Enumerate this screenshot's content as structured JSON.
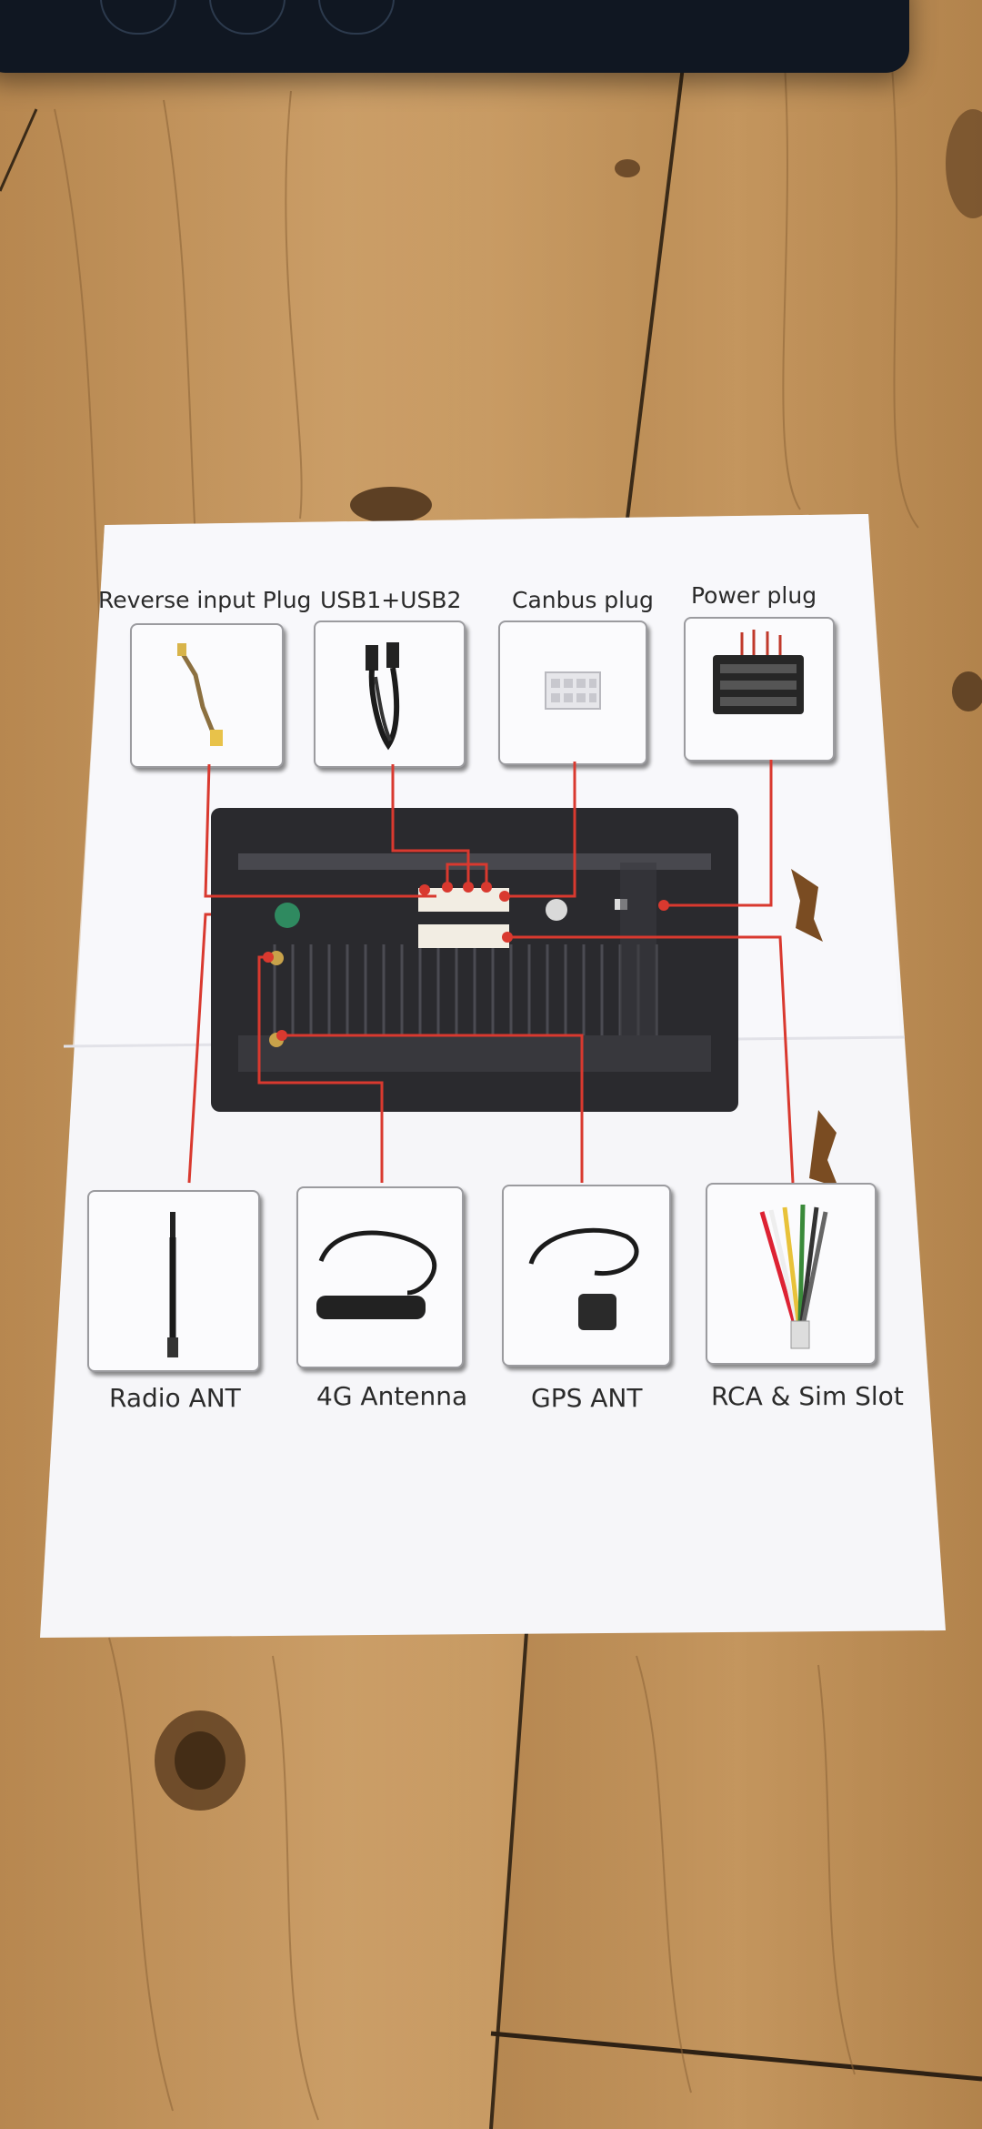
{
  "document": {
    "top_labels": {
      "reverse": "Reverse input Plug",
      "usb": "USB1+USB2",
      "canbus": "Canbus plug",
      "power": "Power plug"
    },
    "bottom_labels": {
      "radio": "Radio ANT",
      "antenna4g": "4G Antenna",
      "gps": "GPS ANT",
      "rca": "RCA & Sim Slot"
    }
  },
  "colors": {
    "wire": "#d9392f",
    "paper": "#fbfbfd",
    "unit": "#2a2a2e"
  },
  "icons": [
    "reverse-plug-icon",
    "usb-cable-icon",
    "canbus-connector-icon",
    "power-connector-icon",
    "radio-antenna-icon",
    "antenna-4g-icon",
    "gps-antenna-icon",
    "rca-cable-icon"
  ]
}
